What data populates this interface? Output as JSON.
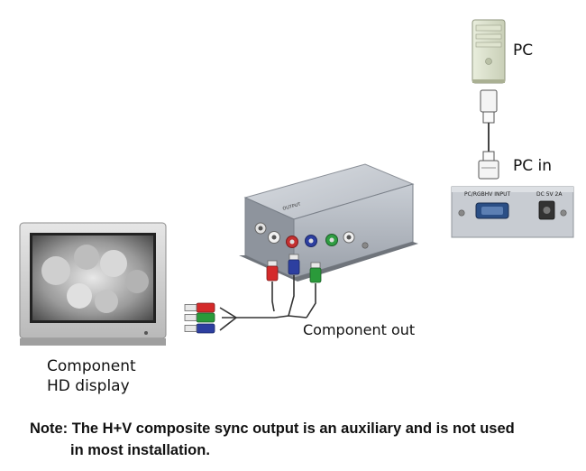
{
  "labels": {
    "pc": "PC",
    "pc_in": "PC in",
    "component_out": "Component out",
    "display_line1": "Component",
    "display_line2": "HD display"
  },
  "device": {
    "front_label": "OUTPUT",
    "back_input_label": "PC/RGBHV INPUT",
    "back_power_label": "DC 5V 2A"
  },
  "note": {
    "line1": "Note: The H+V composite sync output is an auxiliary and is not used",
    "line2": "in most installation."
  },
  "colors": {
    "red_plug": "#d42a2a",
    "green_plug": "#2a9a3a",
    "blue_plug": "#2d3fa0",
    "device_body": "#a7adb6"
  }
}
